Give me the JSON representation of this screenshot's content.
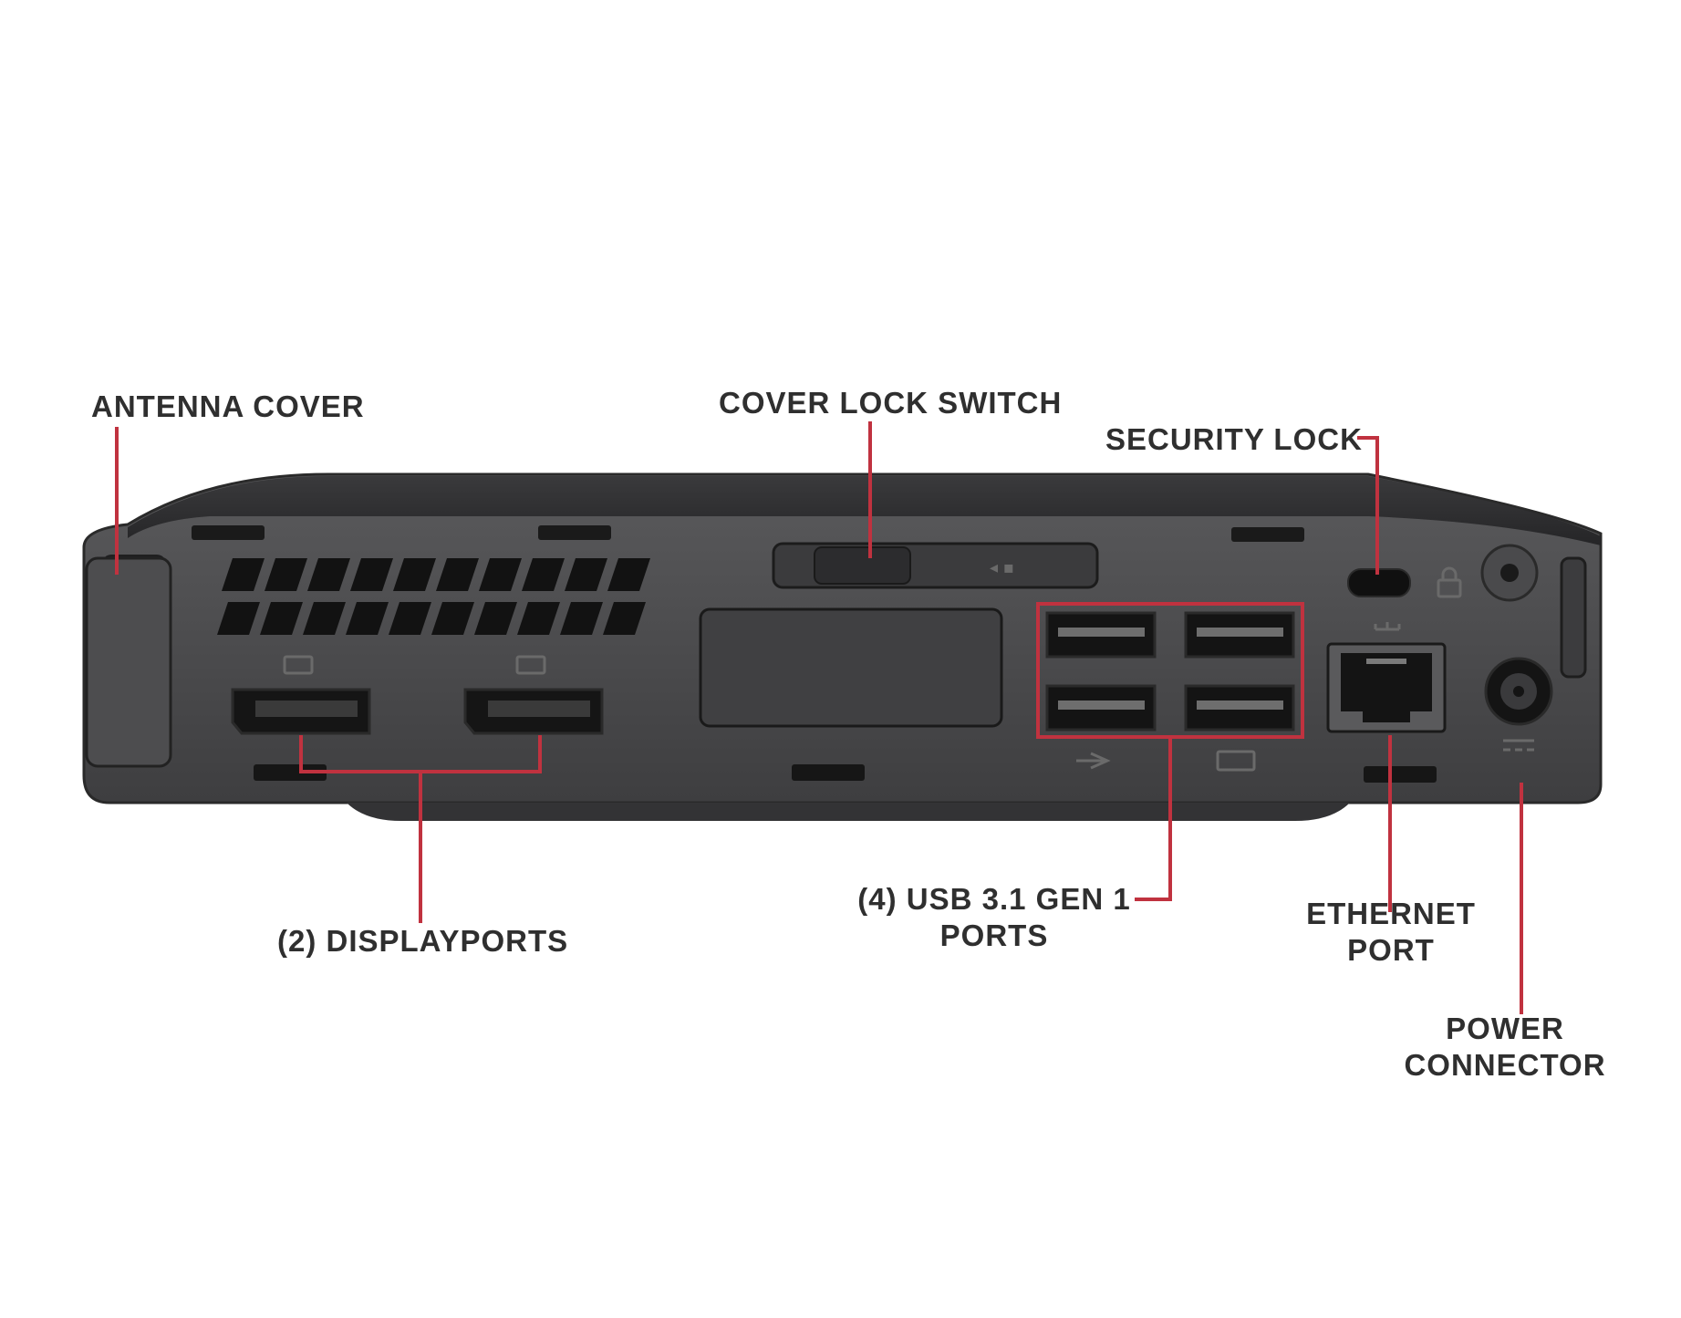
{
  "labels": {
    "antenna_cover": "ANTENNA COVER",
    "cover_lock_switch": "COVER LOCK SWITCH",
    "security_lock": "SECURITY LOCK",
    "displayports": "(2) DISPLAYPORTS",
    "usb_line1": "(4) USB 3.1 GEN 1",
    "usb_line2": "PORTS",
    "ethernet_line1": "ETHERNET",
    "ethernet_line2": "PORT",
    "power_line1": "POWER",
    "power_line2": "CONNECTOR"
  },
  "colors": {
    "callout": "#c0323f",
    "chassis": "#4a4a4c",
    "chassis_top": "#2e2e30",
    "port_dark": "#161616",
    "label_text": "#2f2f2f"
  },
  "icons": [
    "displayport-icon",
    "usb-icon",
    "network-icon",
    "padlock-icon",
    "power-dc-icon"
  ]
}
